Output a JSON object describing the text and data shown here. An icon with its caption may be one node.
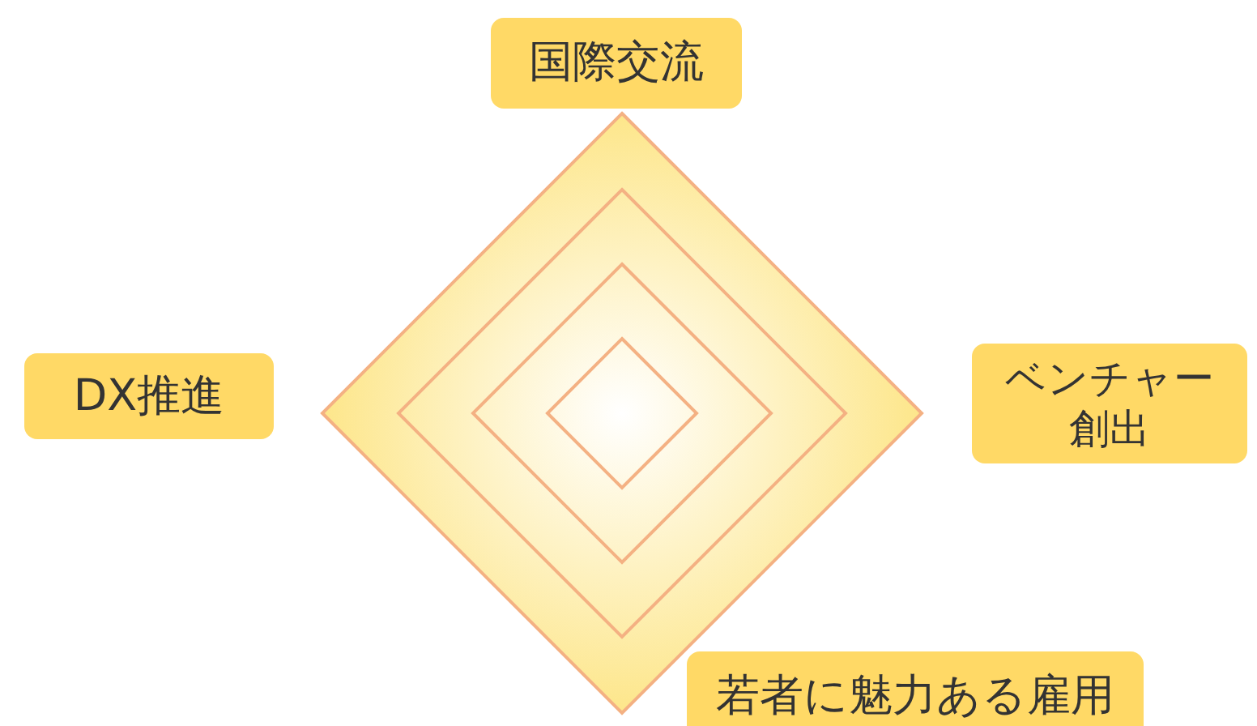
{
  "diagram": {
    "nodes": [
      {
        "text": [
          "国際交流"
        ]
      },
      {
        "text": [
          "DX推進"
        ]
      },
      {
        "text": [
          "ベンチャー創出"
        ]
      },
      {
        "text": [
          "若者に魅力ある雇用"
        ]
      }
    ]
  }
}
